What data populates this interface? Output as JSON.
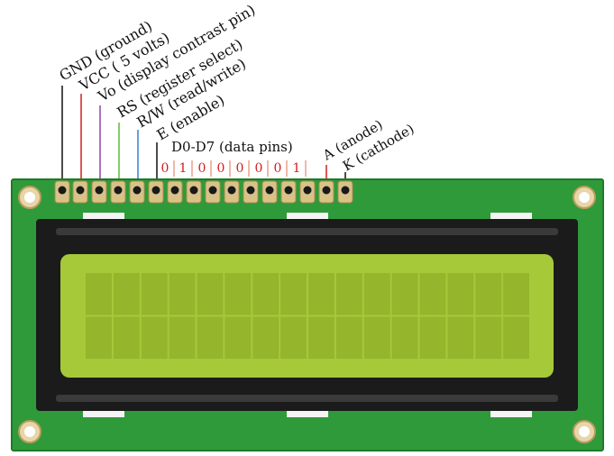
{
  "pins": {
    "gnd": "GND (ground)",
    "vcc": "VCC ( 5 volts)",
    "vo": "Vo (display contrast pin)",
    "rs": "RS (register select)",
    "rw": "R/W (read/write)",
    "e": "E (enable)",
    "data": "D0-D7 (data pins)",
    "anode": "A (anode)",
    "cathode": "K (cathode)"
  },
  "data_bits": [
    "0",
    "1",
    "0",
    "0",
    "0",
    "0",
    "0",
    "1"
  ],
  "colors": {
    "board": "#2f9a3a",
    "board_edge": "#1f7a2a",
    "bezel": "#1b1b1b",
    "lcd": "#a6c93a",
    "lcd_cell": "#94b52c",
    "wire_gnd": "#111111",
    "wire_vcc": "#d21e1e",
    "wire_vo": "#8e44ad",
    "wire_rs": "#55c030",
    "wire_rw": "#3a7fd5",
    "wire_e": "#111111",
    "bit_text": "#d21e1e",
    "anode": "#d21e1e",
    "cathode": "#111111"
  },
  "display": {
    "columns": 16,
    "rows": 2
  }
}
